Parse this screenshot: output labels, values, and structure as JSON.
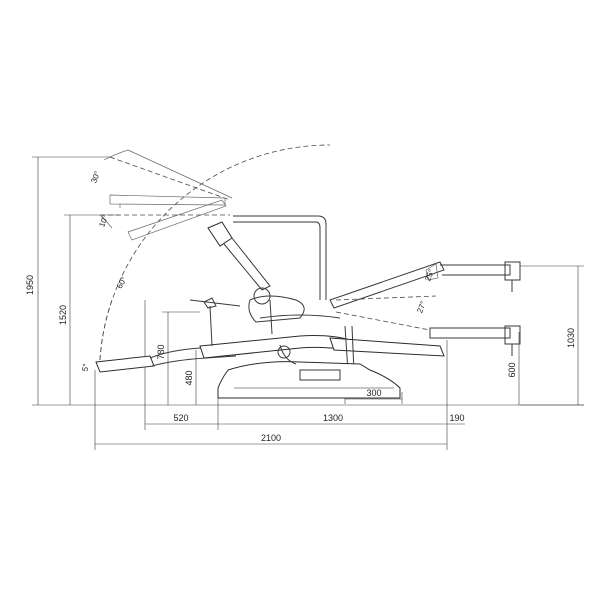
{
  "dimensions": {
    "overall_height": "1950",
    "backrest_height": "1520",
    "total_length": "2100",
    "legrest_reach": "520",
    "chair_length": "1300",
    "headrest_reach": "190",
    "base_width": "300",
    "seat_height": "780",
    "seat_low": "480",
    "tray_high": "1030",
    "tray_low": "600"
  },
  "angles": {
    "tilt_30": "30°",
    "tilt_10": "10°",
    "tilt_60": "60°",
    "tilt_5": "5°",
    "tilt_27": "27°",
    "tilt_25": "25°"
  }
}
